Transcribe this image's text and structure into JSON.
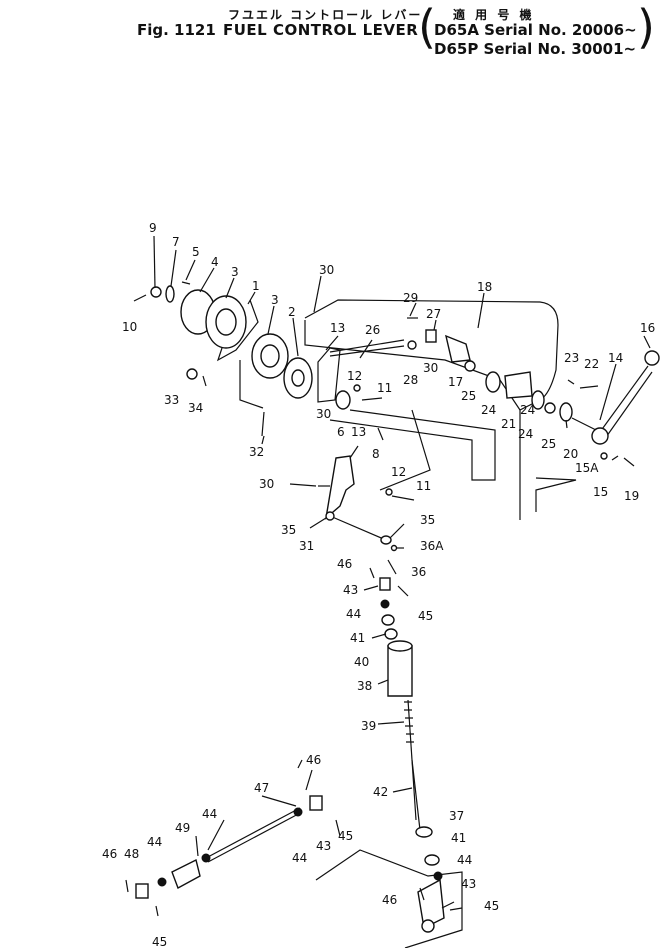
{
  "header": {
    "jp_title": "フユエル コントロール レバー",
    "fig": "Fig. 1121",
    "title": "FUEL CONTROL LEVER",
    "applicable_jp": "適 用 号 機",
    "serial_1": "D65A Serial No. 20006~",
    "serial_2": "D65P Serial No. 30001~"
  },
  "callouts": {
    "c1": "1",
    "c2": "2",
    "c3a": "3",
    "c3b": "3",
    "c4": "4",
    "c5": "5",
    "c6": "6",
    "c7": "7",
    "c8": "8",
    "c9": "9",
    "c10": "10",
    "c11a": "11",
    "c11b": "11",
    "c12a": "12",
    "c12b": "12",
    "c13a": "13",
    "c13b": "13",
    "c14": "14",
    "c15": "15",
    "c15A": "15A",
    "c16": "16",
    "c17": "17",
    "c18": "18",
    "c19": "19",
    "c20": "20",
    "c21": "21",
    "c22": "22",
    "c23": "23",
    "c24a": "24",
    "c24b": "24",
    "c25a": "25",
    "c25b": "25",
    "c26": "26",
    "c27": "27",
    "c28": "28",
    "c29": "29",
    "c30a": "30",
    "c30b": "30",
    "c30c": "30",
    "c30d": "30",
    "c31": "31",
    "c32": "32",
    "c33": "33",
    "c34": "34",
    "c35a": "35",
    "c35b": "35",
    "c36": "36",
    "c36A": "36A",
    "c37": "37",
    "c38": "38",
    "c39": "39",
    "c40": "40",
    "c41a": "41",
    "c41b": "41",
    "c42": "42",
    "c43a": "43",
    "c43b": "43",
    "c43c": "43",
    "c44a": "44",
    "c44b": "44",
    "c44c": "44",
    "c44d": "44",
    "c44e": "44",
    "c45a": "45",
    "c45b": "45",
    "c45c": "45",
    "c45d": "45",
    "c46a": "46",
    "c46b": "46",
    "c46c": "46",
    "c46d": "46",
    "c47": "47",
    "c48": "48",
    "c49": "49"
  }
}
